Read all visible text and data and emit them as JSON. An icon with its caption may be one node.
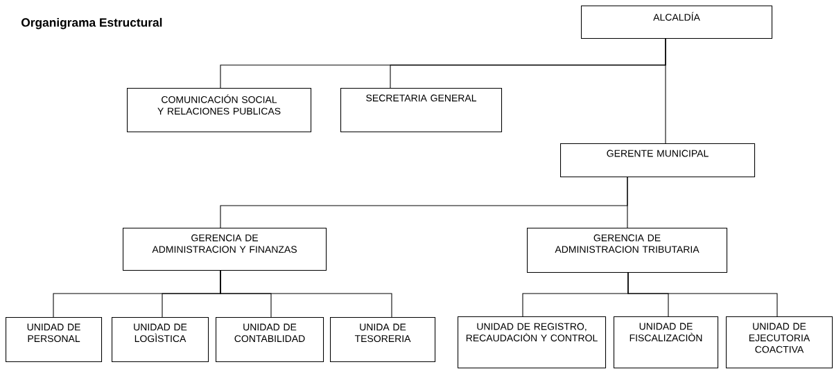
{
  "diagram": {
    "title": "Organigrama Estructural",
    "nodes": [
      {
        "text": [
          "ALCALDÍA"
        ]
      },
      {
        "text": [
          "COMUNICACIÓN SOCIAL Y RELACIONES PUBLICAS"
        ]
      },
      {
        "text": [
          "SECRETARIA GENERAL"
        ]
      },
      {
        "text": [
          "GERENTE MUNICIPAL"
        ]
      },
      {
        "text": [
          "GERENCIA DE ADMINISTRACION Y FINANZAS"
        ]
      },
      {
        "text": [
          "GERENCIA DE ADMINISTRACION TRIBUTARIA"
        ]
      },
      {
        "text": [
          "UNIDAD DE PERSONAL"
        ]
      },
      {
        "text": [
          "UNIDAD DE LOGÌSTICA"
        ]
      },
      {
        "text": [
          "UNIDAD DE CONTABILIDAD"
        ]
      },
      {
        "text": [
          "UNIDA DE TESORERIA"
        ]
      },
      {
        "text": [
          "UNIDAD DE REGISTRO, RECAUDACIÒN Y CONTROL"
        ]
      },
      {
        "text": [
          "UNIDAD DE FISCALIZACIÒN"
        ]
      },
      {
        "text": [
          "UNIDAD DE EJECUTORIA COACTIVA"
        ]
      }
    ],
    "edges": [
      {
        "from": 0,
        "to": 1,
        "arrow": "none"
      },
      {
        "from": 0,
        "to": 2,
        "arrow": "none"
      },
      {
        "from": 0,
        "to": 3,
        "arrow": "none"
      },
      {
        "from": 3,
        "to": 4,
        "arrow": "none"
      },
      {
        "from": 3,
        "to": 5,
        "arrow": "none"
      },
      {
        "from": 4,
        "to": 6,
        "arrow": "none"
      },
      {
        "from": 4,
        "to": 7,
        "arrow": "none"
      },
      {
        "from": 4,
        "to": 8,
        "arrow": "none"
      },
      {
        "from": 4,
        "to": 9,
        "arrow": "none"
      },
      {
        "from": 5,
        "to": 10,
        "arrow": "none"
      },
      {
        "from": 5,
        "to": 11,
        "arrow": "none"
      },
      {
        "from": 5,
        "to": 12,
        "arrow": "none"
      }
    ]
  }
}
